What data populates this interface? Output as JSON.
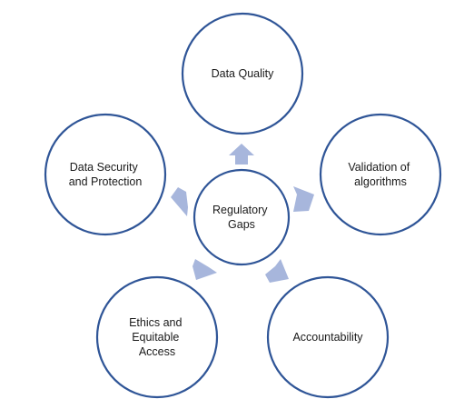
{
  "diagram": {
    "center": {
      "lines": [
        "Regulatory",
        "Gaps"
      ]
    },
    "outer": [
      {
        "lines": [
          "Data Quality"
        ]
      },
      {
        "lines": [
          "Validation of",
          "algorithms"
        ]
      },
      {
        "lines": [
          "Accountability"
        ]
      },
      {
        "lines": [
          "Ethics and",
          "Equitable",
          "Access"
        ]
      },
      {
        "lines": [
          "Data Security",
          "and Protection"
        ]
      }
    ]
  },
  "colors": {
    "circle_stroke": "#2f5597",
    "arrow_fill": "#a7b6dc",
    "text": "#1a1a1a",
    "background": "#ffffff"
  }
}
